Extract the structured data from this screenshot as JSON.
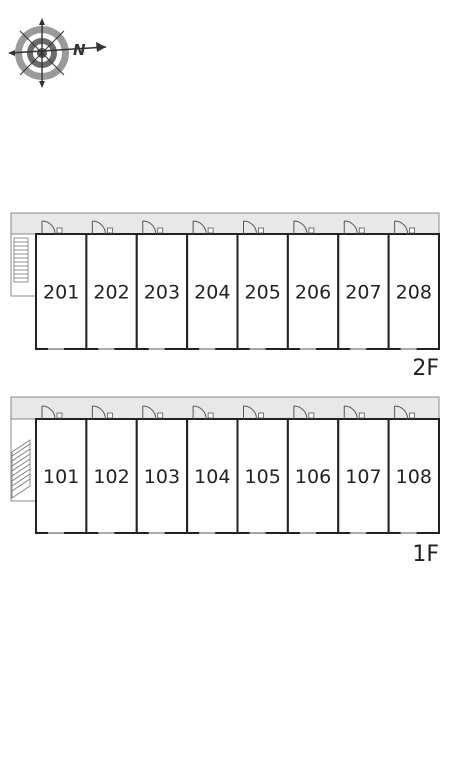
{
  "compass": {
    "letter": "N",
    "icon": "compass-rose-icon"
  },
  "floors": [
    {
      "label": "2F",
      "rooms": [
        "201",
        "202",
        "203",
        "204",
        "205",
        "206",
        "207",
        "208"
      ]
    },
    {
      "label": "1F",
      "rooms": [
        "101",
        "102",
        "103",
        "104",
        "105",
        "106",
        "107",
        "108"
      ]
    }
  ],
  "colors": {
    "wall": "#222222",
    "corridor": "#e8e8e8",
    "corridor_edge": "#888888",
    "door": "#555555"
  }
}
